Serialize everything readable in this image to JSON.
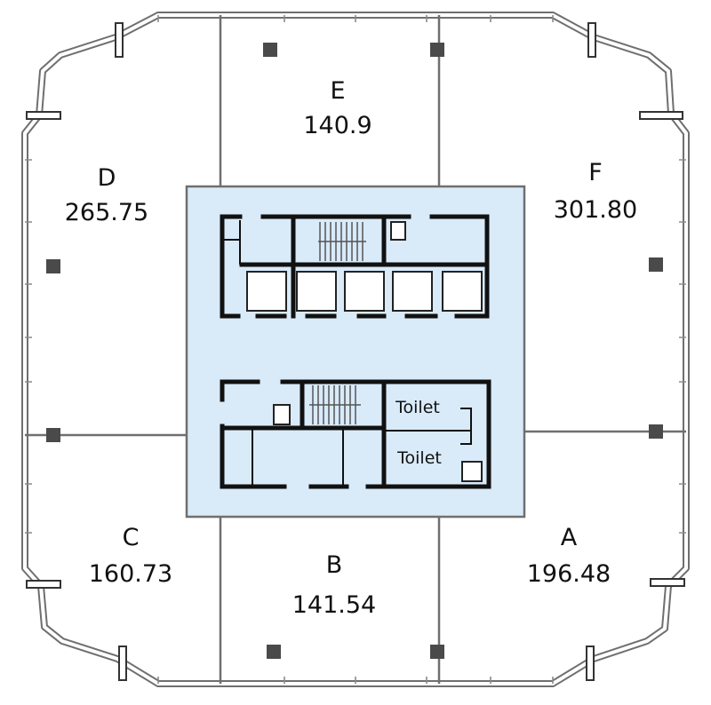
{
  "units": [
    {
      "id": "E",
      "name": "E",
      "area": "140.9"
    },
    {
      "id": "D",
      "name": "D",
      "area": "265.75"
    },
    {
      "id": "F",
      "name": "F",
      "area": "301.80"
    },
    {
      "id": "C",
      "name": "C",
      "area": "160.73"
    },
    {
      "id": "B",
      "name": "B",
      "area": "141.54"
    },
    {
      "id": "A",
      "name": "A",
      "area": "196.48"
    }
  ],
  "core": {
    "toilets": [
      "Toilet",
      "Toilet"
    ]
  }
}
